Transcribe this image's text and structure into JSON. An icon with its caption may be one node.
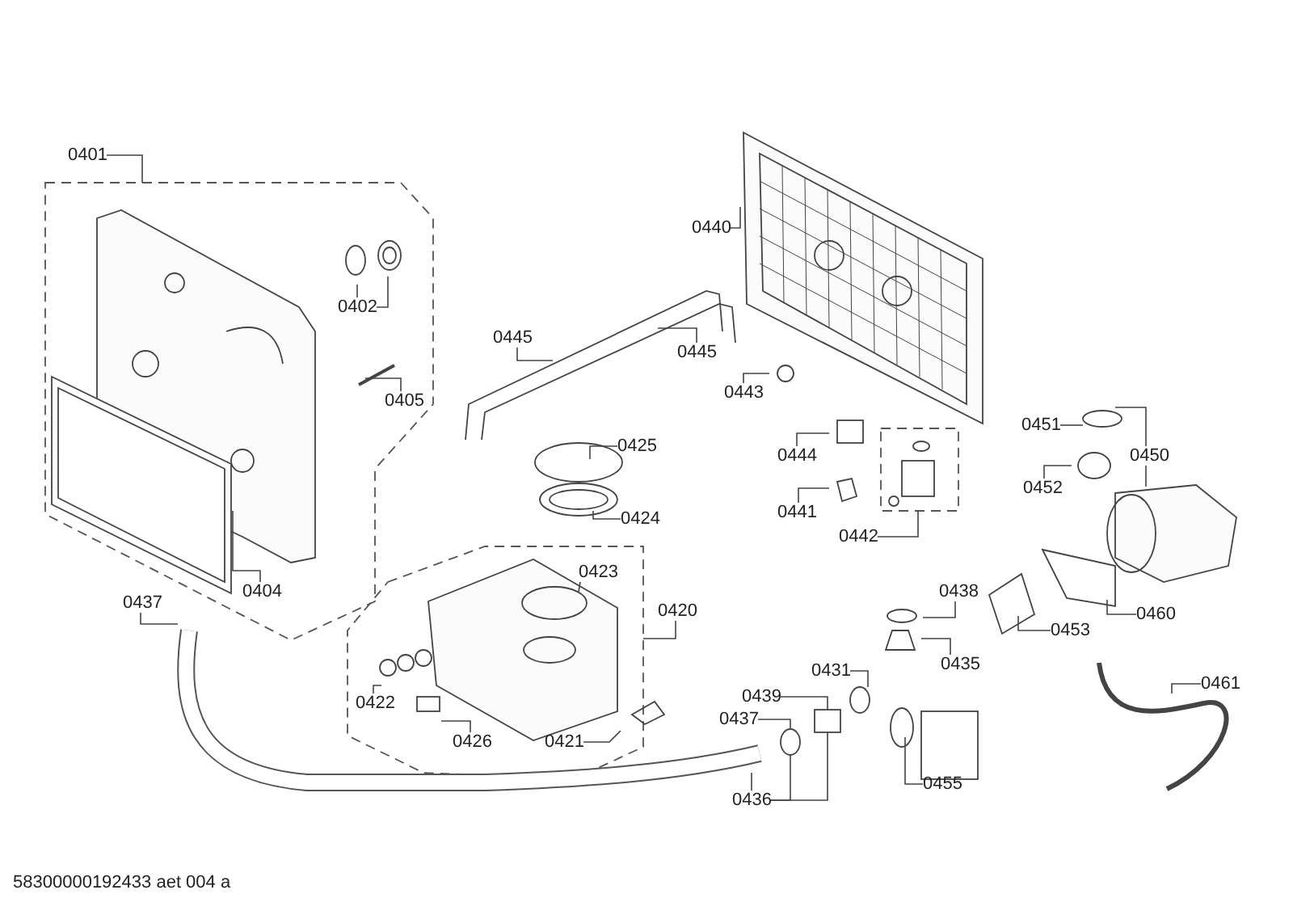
{
  "diagram": {
    "nodes": [
      {
        "text": [
          "0401"
        ]
      },
      {
        "text": [
          "0440"
        ]
      },
      {
        "text": [
          "0445"
        ]
      },
      {
        "text": [
          "0445"
        ]
      },
      {
        "text": [
          "0402"
        ]
      },
      {
        "text": [
          "0405"
        ]
      },
      {
        "text": [
          "0443"
        ]
      },
      {
        "text": [
          "0451"
        ]
      },
      {
        "text": [
          "0425"
        ]
      },
      {
        "text": [
          "0444"
        ]
      },
      {
        "text": [
          "0450"
        ]
      },
      {
        "text": [
          "0452"
        ]
      },
      {
        "text": [
          "0441"
        ]
      },
      {
        "text": [
          "0424"
        ]
      },
      {
        "text": [
          "0442"
        ]
      },
      {
        "text": [
          "0423"
        ]
      },
      {
        "text": [
          "0404"
        ]
      },
      {
        "text": [
          "0437"
        ]
      },
      {
        "text": [
          "0420"
        ]
      },
      {
        "text": [
          "0438"
        ]
      },
      {
        "text": [
          "0460"
        ]
      },
      {
        "text": [
          "0453"
        ]
      },
      {
        "text": [
          "0435"
        ]
      },
      {
        "text": [
          "0431"
        ]
      },
      {
        "text": [
          "0461"
        ]
      },
      {
        "text": [
          "0422"
        ]
      },
      {
        "text": [
          "0439"
        ]
      },
      {
        "text": [
          "0437"
        ]
      },
      {
        "text": [
          "0426"
        ]
      },
      {
        "text": [
          "0421"
        ]
      },
      {
        "text": [
          "0455"
        ]
      },
      {
        "text": [
          "0436"
        ]
      },
      {
        "text": [],
        "shape": "circle"
      },
      {
        "text": [],
        "shape": "box"
      },
      {
        "text": [],
        "shape": "circle"
      }
    ],
    "edges": [
      {
        "from": 0,
        "to": null,
        "arrow": "none"
      },
      {
        "from": 1,
        "to": null,
        "arrow": "none"
      },
      {
        "from": 2,
        "to": null,
        "arrow": "none"
      },
      {
        "from": 3,
        "to": null,
        "arrow": "none"
      },
      {
        "from": 4,
        "to": null,
        "arrow": "none"
      },
      {
        "from": 4,
        "to": null,
        "arrow": "none"
      },
      {
        "from": 5,
        "to": null,
        "arrow": "none"
      },
      {
        "from": 6,
        "to": null,
        "arrow": "none"
      },
      {
        "from": 7,
        "to": null,
        "arrow": "none"
      },
      {
        "from": 8,
        "to": null,
        "arrow": "none"
      },
      {
        "from": 9,
        "to": null,
        "arrow": "none"
      },
      {
        "from": 10,
        "to": null,
        "arrow": "none"
      },
      {
        "from": 10,
        "to": null,
        "arrow": "none"
      },
      {
        "from": 11,
        "to": null,
        "arrow": "none"
      },
      {
        "from": 12,
        "to": null,
        "arrow": "none"
      },
      {
        "from": 13,
        "to": null,
        "arrow": "none"
      },
      {
        "from": 14,
        "to": null,
        "arrow": "none"
      },
      {
        "from": 15,
        "to": null,
        "arrow": "none"
      },
      {
        "from": 16,
        "to": null,
        "arrow": "none"
      },
      {
        "from": 17,
        "to": null,
        "arrow": "none"
      },
      {
        "from": 18,
        "to": null,
        "arrow": "none"
      },
      {
        "from": 19,
        "to": null,
        "arrow": "none"
      },
      {
        "from": 20,
        "to": null,
        "arrow": "none"
      },
      {
        "from": 21,
        "to": null,
        "arrow": "none"
      },
      {
        "from": 22,
        "to": null,
        "arrow": "none"
      },
      {
        "from": 23,
        "to": 32,
        "arrow": "none"
      },
      {
        "from": 24,
        "to": null,
        "arrow": "none"
      },
      {
        "from": 25,
        "to": null,
        "arrow": "none"
      },
      {
        "from": 26,
        "to": 33,
        "arrow": "none"
      },
      {
        "from": 27,
        "to": 34,
        "arrow": "none"
      },
      {
        "from": 28,
        "to": null,
        "arrow": "none"
      },
      {
        "from": 29,
        "to": null,
        "arrow": "none"
      },
      {
        "from": 30,
        "to": null,
        "arrow": "none"
      },
      {
        "from": 31,
        "to": null,
        "arrow": "none"
      },
      {
        "from": 31,
        "to": 34,
        "arrow": "none"
      },
      {
        "from": 31,
        "to": 33,
        "arrow": "none"
      }
    ],
    "labels": [
      "58300000192433 aet 004 a"
    ]
  }
}
